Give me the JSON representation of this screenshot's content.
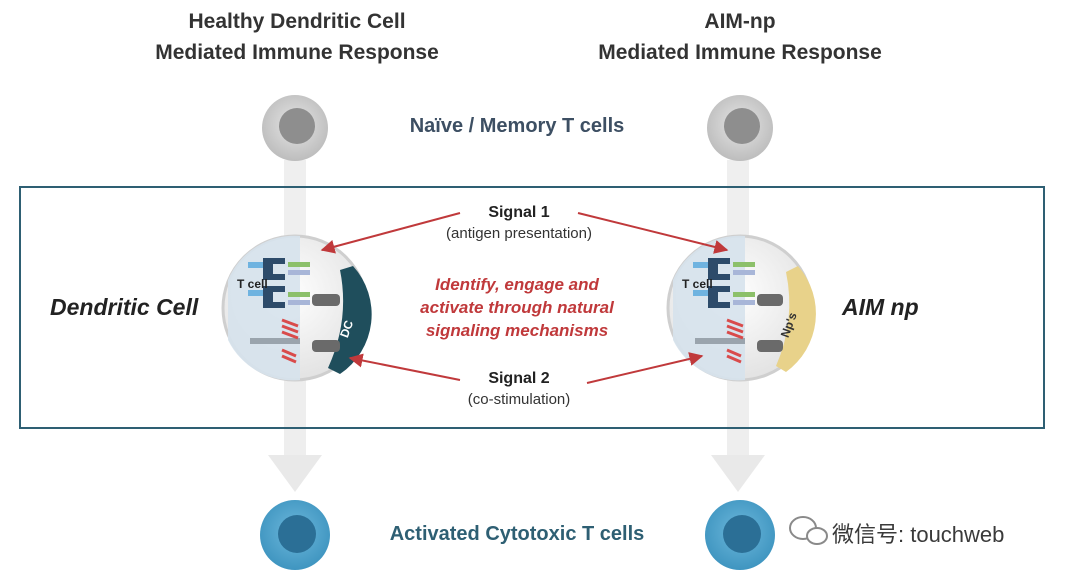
{
  "columns": {
    "left": {
      "line1": "Healthy Dendritic Cell",
      "line2": "Mediated Immune Response"
    },
    "right": {
      "line1": "AIM-np",
      "line2": "Mediated Immune Response"
    }
  },
  "rows": {
    "top_label": "Naïve / Memory T cells",
    "bottom_label": "Activated Cytotoxic T cells"
  },
  "panel": {
    "left_title": "Dendritic Cell",
    "right_title": "AIM np",
    "center_text": {
      "line1": "Identify, engage and",
      "line2": "activate through natural",
      "line3": "signaling mechanisms"
    },
    "signal1": {
      "title": "Signal 1",
      "sub": "(antigen presentation)"
    },
    "signal2": {
      "title": "Signal 2",
      "sub": "(co-stimulation)"
    },
    "left_circle": {
      "tcell_label": "T cell",
      "side_label": "DC"
    },
    "right_circle": {
      "tcell_label": "T cell",
      "side_label": "Np's"
    }
  },
  "watermark": {
    "text": "微信号: touchweb"
  },
  "colors": {
    "panel_border": "#2e5f73",
    "arrow_red": "#c0393b",
    "title_dark": "#333333",
    "teal_label": "#2e5f73",
    "naive_cell": "#c8c8c8",
    "activated_cell": "#4a9fc9",
    "dc_fill": "#1f4e5c",
    "np_fill": "#e8d28a"
  }
}
